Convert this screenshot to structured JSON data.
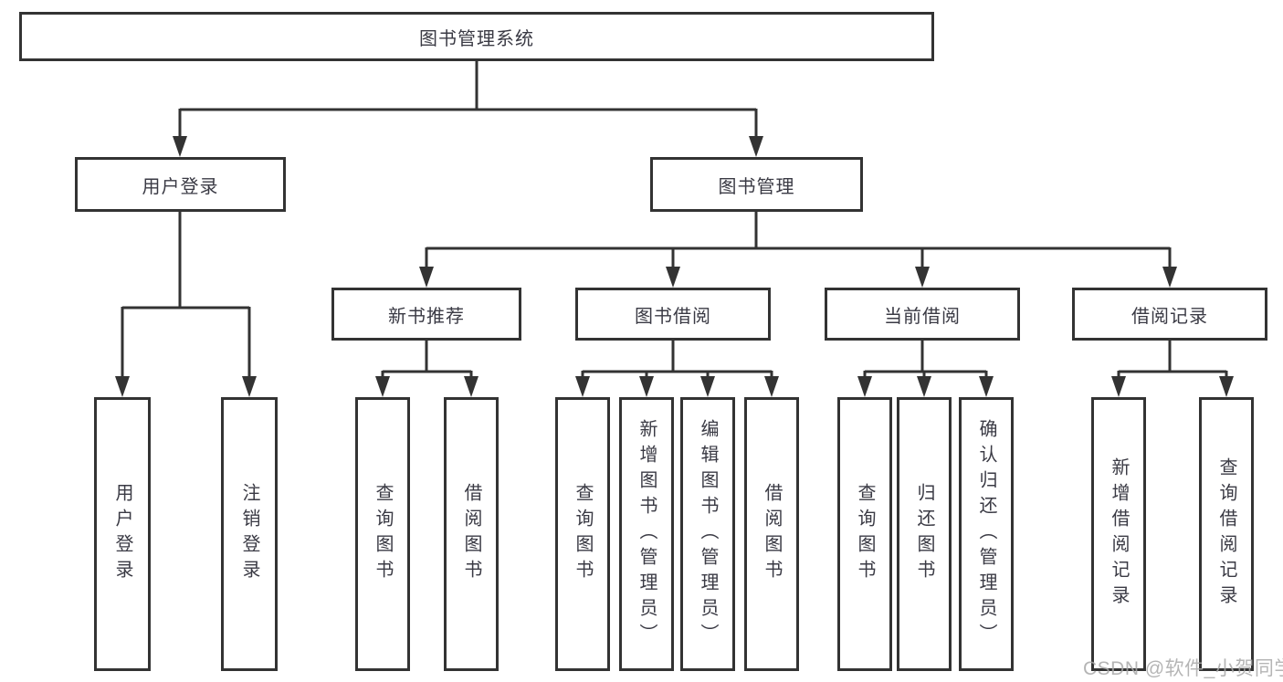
{
  "tree": {
    "label": "图书管理系统",
    "children": [
      {
        "label": "用户登录",
        "children": [
          {
            "label": "用户登录"
          },
          {
            "label": "注销登录"
          }
        ]
      },
      {
        "label": "图书管理",
        "children": [
          {
            "label": "新书推荐",
            "children": [
              {
                "label": "查询图书"
              },
              {
                "label": "借阅图书"
              }
            ]
          },
          {
            "label": "图书借阅",
            "children": [
              {
                "label": "查询图书"
              },
              {
                "label": "新增图书（管理员）"
              },
              {
                "label": "编辑图书（管理员）"
              },
              {
                "label": "借阅图书"
              }
            ]
          },
          {
            "label": "当前借阅",
            "children": [
              {
                "label": "查询图书"
              },
              {
                "label": "归还图书"
              },
              {
                "label": "确认归还（管理员）"
              }
            ]
          },
          {
            "label": "借阅记录",
            "children": [
              {
                "label": "新增借阅记录"
              },
              {
                "label": "查询借阅记录"
              }
            ]
          }
        ]
      }
    ]
  },
  "watermark": "CSDN @软件_小贺同学",
  "colors": {
    "line": "#333333",
    "box_border": "#333333",
    "text": "#3a3a44",
    "watermark": "#a8a8a8",
    "background": "#ffffff"
  }
}
